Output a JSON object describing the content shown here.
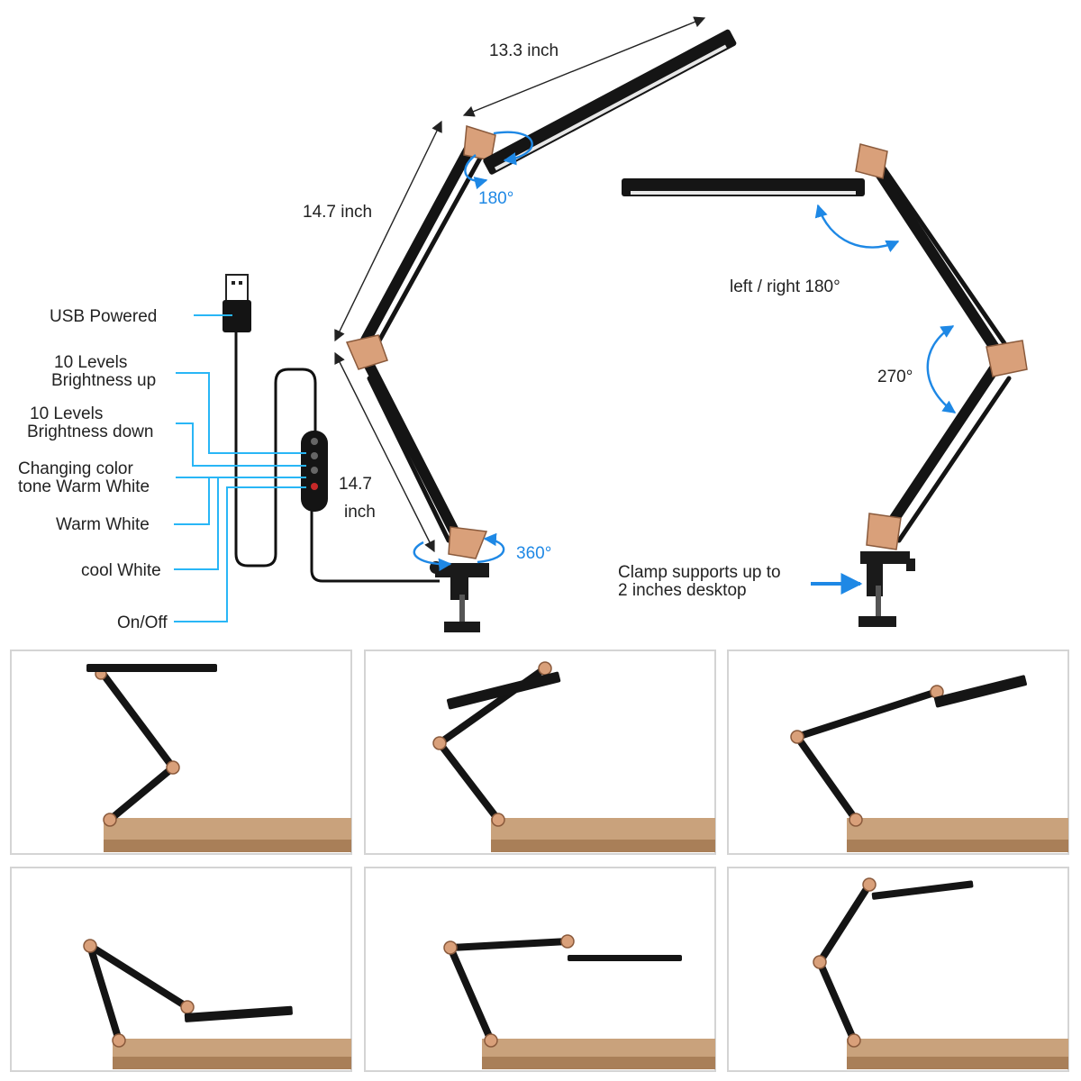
{
  "dimensions": {
    "head_length": "13.3 inch",
    "upper_arm_length": "14.7 inch",
    "lower_arm_length_line1": "14.7",
    "lower_arm_length_line2": "inch"
  },
  "rotations": {
    "head_rotation": "180°",
    "base_rotation": "360°",
    "left_right": "left / right 180°",
    "arm_angle": "270°"
  },
  "controls": {
    "usb": "USB Powered",
    "brightness_up_line1": "10 Levels",
    "brightness_up_line2": "Brightness up",
    "brightness_down_line1": "10 Levels",
    "brightness_down_line2": "Brightness down",
    "color_tone_line1": "Changing color",
    "color_tone_line2": "tone Warm White",
    "warm_white": "Warm White",
    "cool_white": "cool White",
    "on_off": "On/Off"
  },
  "clamp": {
    "line1": "Clamp supports up to",
    "line2": "2 inches desktop"
  },
  "colors": {
    "accent_blue": "#1e88e5",
    "leader_blue": "#29b6f6",
    "arm_black": "#141414",
    "joint_copper": "#d9a07a",
    "desk_wood": "#c9a27c"
  }
}
